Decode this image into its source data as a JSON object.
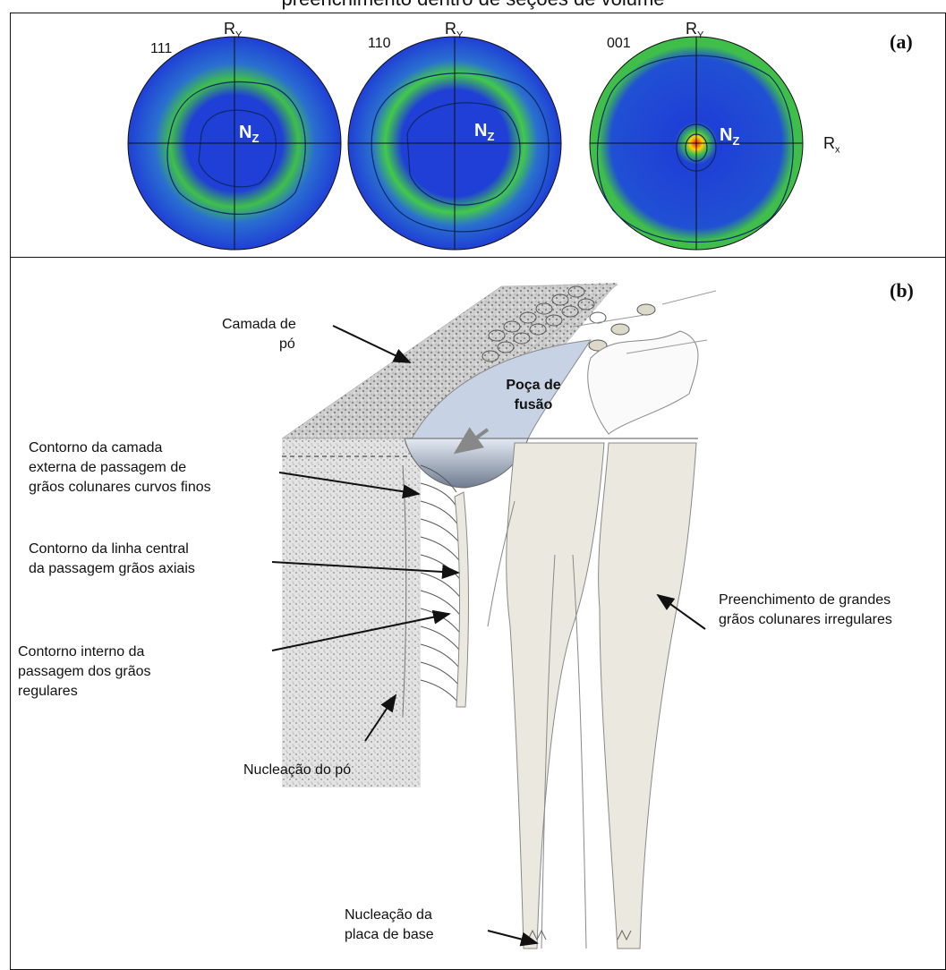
{
  "title": "preenchimento dentro de seções de volume",
  "panel_a": {
    "letter": "(a)",
    "figures": [
      {
        "name": "111",
        "ry": "R",
        "ry_sub": "Y",
        "nz": "N",
        "nz_sub": "Z"
      },
      {
        "name": "110",
        "ry": "R",
        "ry_sub": "Y",
        "nz": "N",
        "nz_sub": "Z"
      },
      {
        "name": "001",
        "ry": "R",
        "ry_sub": "Y",
        "nz": "N",
        "nz_sub": "Z",
        "rx": "R",
        "rx_sub": "x"
      }
    ],
    "colors": {
      "background": "#1f3fd6",
      "band": "#3fbf4a",
      "peak": "#ff2a00"
    }
  },
  "panel_b": {
    "letter": "(b)",
    "labels": {
      "powder_layer": [
        "Camada de",
        "pó"
      ],
      "melt_pool": [
        "Poça de",
        "fusão"
      ],
      "outer_contour": [
        "Contorno da camada",
        "externa de passagem de",
        "grãos colunares curvos finos"
      ],
      "centerline_contour": [
        "Contorno da linha central",
        "da passagem grãos axiais"
      ],
      "inner_contour": [
        "Contorno interno da",
        "passagem dos grãos",
        "regulares"
      ],
      "powder_nucleation": "Nucleação do pó",
      "fill": [
        "Preenchimento de grandes",
        "grãos colunares irregulares"
      ],
      "baseplate_nucleation": [
        "Nucleação da",
        "placa de base"
      ]
    },
    "colors": {
      "powder": "#b9b9b9",
      "grain": "#ebe9df",
      "melt_pool": "#c7d3e4"
    }
  }
}
